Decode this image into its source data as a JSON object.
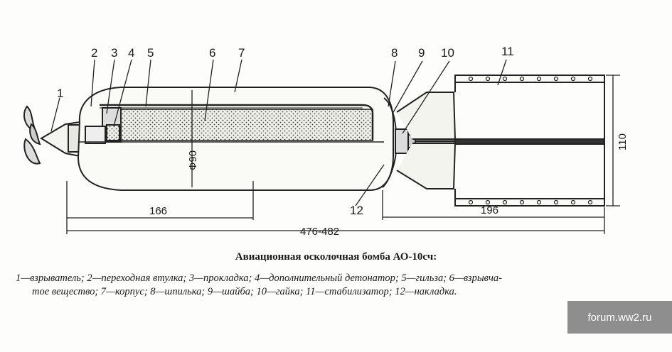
{
  "diagram": {
    "part_labels": [
      "1",
      "2",
      "3",
      "4",
      "5",
      "6",
      "7",
      "8",
      "9",
      "10",
      "11",
      "12"
    ],
    "dimensions": {
      "diameter": "Ф90",
      "front_length": "166",
      "total_length": "476-482",
      "stabilizer_length": "196",
      "stabilizer_span": "110"
    }
  },
  "caption": {
    "title": "Авиационная осколочная бомба АО-10сч:",
    "line1": "1—взрыватель; 2—переходная втулка; 3—прокладка; 4—дополнительный детонатор; 5—гильза; 6—взрывча-",
    "line2": "тое вещество; 7—корпус; 8—шпилька; 9—шайба; 10—гайка; 11—стабилизатор; 12—накладка."
  },
  "watermark": "forum.ww2.ru"
}
